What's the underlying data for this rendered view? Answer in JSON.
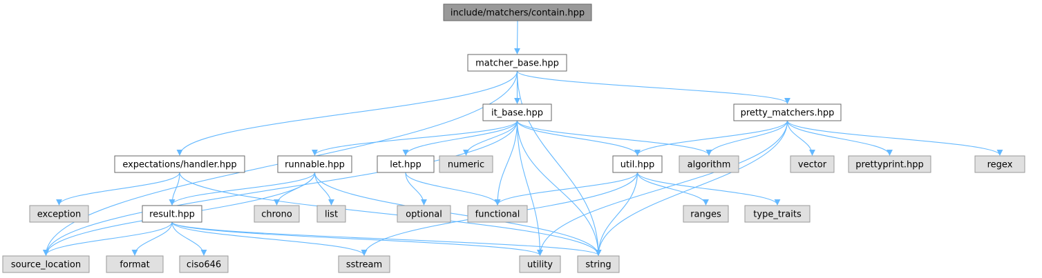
{
  "colors": {
    "root_fill": "#999999",
    "root_stroke": "#666666",
    "local_fill": "#ffffff",
    "local_stroke": "#666666",
    "system_fill": "#e0e0e0",
    "system_stroke": "#999999",
    "edge": "#63b8ff"
  },
  "nodes": [
    {
      "id": "contain",
      "label": "include/matchers/contain.hpp",
      "kind": "root"
    },
    {
      "id": "matcher_base",
      "label": "matcher_base.hpp",
      "kind": "local"
    },
    {
      "id": "it_base",
      "label": "it_base.hpp",
      "kind": "local"
    },
    {
      "id": "pretty_matchers",
      "label": "pretty_matchers.hpp",
      "kind": "local"
    },
    {
      "id": "handler",
      "label": "expectations/handler.hpp",
      "kind": "local"
    },
    {
      "id": "runnable",
      "label": "runnable.hpp",
      "kind": "local"
    },
    {
      "id": "let",
      "label": "let.hpp",
      "kind": "local"
    },
    {
      "id": "numeric",
      "label": "numeric",
      "kind": "system"
    },
    {
      "id": "util",
      "label": "util.hpp",
      "kind": "local"
    },
    {
      "id": "algorithm",
      "label": "algorithm",
      "kind": "system"
    },
    {
      "id": "vector",
      "label": "vector",
      "kind": "system"
    },
    {
      "id": "prettyprint",
      "label": "prettyprint.hpp",
      "kind": "system"
    },
    {
      "id": "regex",
      "label": "regex",
      "kind": "system"
    },
    {
      "id": "exception",
      "label": "exception",
      "kind": "system"
    },
    {
      "id": "result",
      "label": "result.hpp",
      "kind": "local"
    },
    {
      "id": "chrono",
      "label": "chrono",
      "kind": "system"
    },
    {
      "id": "list",
      "label": "list",
      "kind": "system"
    },
    {
      "id": "optional",
      "label": "optional",
      "kind": "system"
    },
    {
      "id": "functional",
      "label": "functional",
      "kind": "system"
    },
    {
      "id": "ranges",
      "label": "ranges",
      "kind": "system"
    },
    {
      "id": "type_traits",
      "label": "type_traits",
      "kind": "system"
    },
    {
      "id": "source_location",
      "label": "source_location",
      "kind": "system"
    },
    {
      "id": "format",
      "label": "format",
      "kind": "system"
    },
    {
      "id": "ciso646",
      "label": "ciso646",
      "kind": "system"
    },
    {
      "id": "sstream",
      "label": "sstream",
      "kind": "system"
    },
    {
      "id": "utility",
      "label": "utility",
      "kind": "system"
    },
    {
      "id": "string",
      "label": "string",
      "kind": "system"
    }
  ],
  "edges": [
    [
      "contain",
      "matcher_base"
    ],
    [
      "matcher_base",
      "it_base"
    ],
    [
      "matcher_base",
      "pretty_matchers"
    ],
    [
      "matcher_base",
      "handler"
    ],
    [
      "matcher_base",
      "source_location"
    ],
    [
      "matcher_base",
      "string"
    ],
    [
      "it_base",
      "runnable"
    ],
    [
      "it_base",
      "let"
    ],
    [
      "it_base",
      "numeric"
    ],
    [
      "it_base",
      "util"
    ],
    [
      "it_base",
      "algorithm"
    ],
    [
      "it_base",
      "functional"
    ],
    [
      "it_base",
      "utility"
    ],
    [
      "it_base",
      "string"
    ],
    [
      "it_base",
      "source_location"
    ],
    [
      "pretty_matchers",
      "util"
    ],
    [
      "pretty_matchers",
      "algorithm"
    ],
    [
      "pretty_matchers",
      "vector"
    ],
    [
      "pretty_matchers",
      "prettyprint"
    ],
    [
      "pretty_matchers",
      "regex"
    ],
    [
      "pretty_matchers",
      "string"
    ],
    [
      "pretty_matchers",
      "utility"
    ],
    [
      "handler",
      "exception"
    ],
    [
      "handler",
      "result"
    ],
    [
      "handler",
      "string"
    ],
    [
      "runnable",
      "result"
    ],
    [
      "runnable",
      "chrono"
    ],
    [
      "runnable",
      "list"
    ],
    [
      "runnable",
      "source_location"
    ],
    [
      "runnable",
      "string"
    ],
    [
      "let",
      "optional"
    ],
    [
      "let",
      "functional"
    ],
    [
      "util",
      "functional"
    ],
    [
      "util",
      "ranges"
    ],
    [
      "util",
      "type_traits"
    ],
    [
      "util",
      "sstream"
    ],
    [
      "util",
      "string"
    ],
    [
      "result",
      "source_location"
    ],
    [
      "result",
      "format"
    ],
    [
      "result",
      "ciso646"
    ],
    [
      "result",
      "sstream"
    ],
    [
      "result",
      "utility"
    ],
    [
      "result",
      "string"
    ]
  ]
}
